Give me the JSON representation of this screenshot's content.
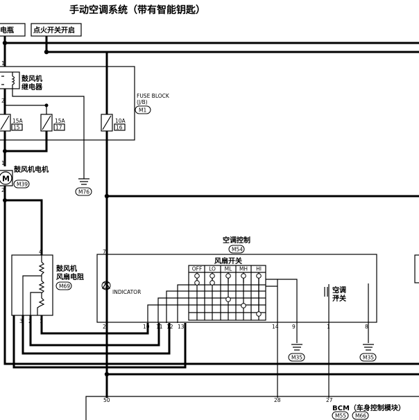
{
  "title": "手动空调系统（带有智能钥匙）",
  "labels": {
    "battery_partial": "电瓶",
    "ignition_on": "点火开关开启",
    "blower_relay_l1": "鼓风机",
    "blower_relay_l2": "继电器",
    "fuse_block_l1": "FUSE BLOCK",
    "fuse_block_l2": "(J/B)",
    "fuse_block_conn": "M1",
    "fuse1_amp": "15A",
    "fuse1_num": "15",
    "fuse2_amp": "15A",
    "fuse2_num": "17",
    "fuse3_amp": "10A",
    "fuse3_num": "16",
    "blower_motor": "鼓风机电机",
    "blower_motor_conn": "M39",
    "ground_m76": "M76",
    "resistor_l1": "鼓风机",
    "resistor_l2": "风扇电阻",
    "resistor_conn": "M69",
    "ac_control": "空调控制",
    "ac_control_conn": "M54",
    "fan_switch": "风扇开关",
    "indicator": "INDICATOR",
    "ac_switch_l1": "空调",
    "ac_switch_l2": "开关",
    "ground_m35a": "M35",
    "ground_m35b": "M35",
    "bcm_label": "BCM（车身控制模块）",
    "bcm_conn1": "M55",
    "bcm_conn2": "M66"
  },
  "fan_positions": [
    "OFF",
    "LO",
    "ML",
    "MH",
    "HI"
  ],
  "pins": {
    "relay_top": "1",
    "relay_bottom": "2",
    "motor_top": "1",
    "motor_bottom": "2",
    "res_4": "4",
    "res_3": "3",
    "res_2": "2",
    "res_1": "1",
    "acc_7": "7",
    "acc_2": "2",
    "acc_10": "10",
    "acc_11": "11",
    "acc_12": "12",
    "acc_13": "13",
    "acc_14": "14",
    "acc_9": "9",
    "acc_1": "1",
    "acc_8": "8",
    "bcm_50": "50",
    "bcm_28": "28",
    "bcm_27": "27"
  }
}
